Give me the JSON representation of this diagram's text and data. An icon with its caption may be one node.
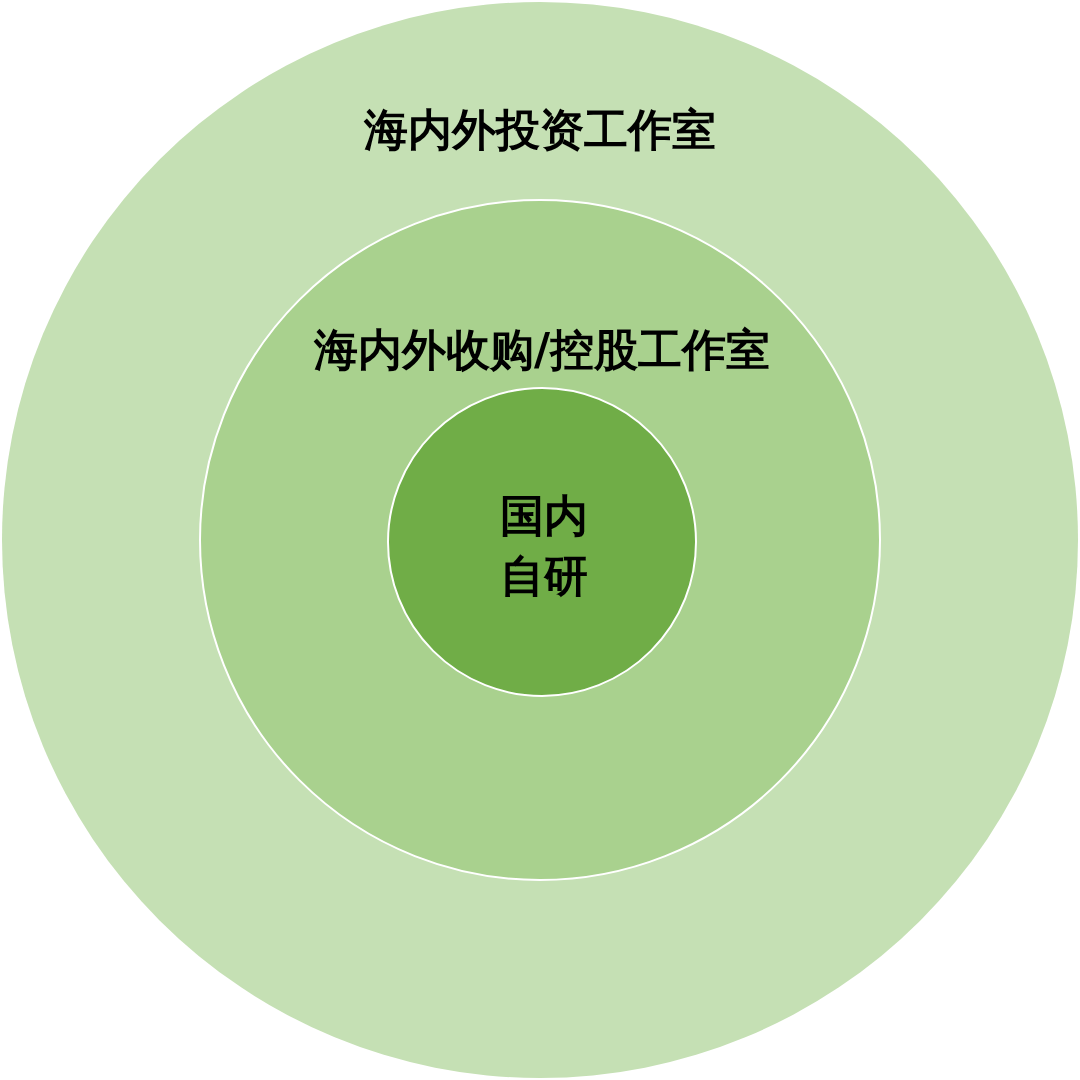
{
  "diagram": {
    "nodes": [
      {
        "text": [
          "海内外投资工作室"
        ]
      },
      {
        "text": [
          "海内外收购/控股工作室"
        ],
        "in": 0
      },
      {
        "text": [
          "国内自研"
        ],
        "in": 1
      }
    ]
  }
}
